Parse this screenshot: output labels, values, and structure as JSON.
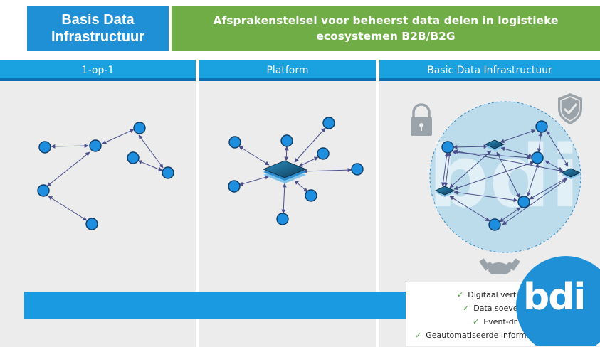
{
  "header": {
    "left_title_line1": "Basis Data",
    "left_title_line2": "Infrastructuur",
    "right_title_line1": "Afsprakenstelsel voor beheerst data delen in logistieke",
    "right_title_line2": "ecosystemen B2B/B2G"
  },
  "columns": [
    {
      "label": "1-op-1"
    },
    {
      "label": "Platform"
    },
    {
      "label": "Basic Data Infrastructuur"
    }
  ],
  "checklist": [
    {
      "text": "Digitaal vert"
    },
    {
      "text": "Data soeve"
    },
    {
      "text": "Event-dr"
    },
    {
      "text": "Geautomatiseerde inform"
    }
  ],
  "logo": {
    "text": "bdi"
  },
  "colors": {
    "header_left": "#1f8fd6",
    "header_right": "#70ad47",
    "column_header": "#1aa1e0",
    "node": "#1e8ede",
    "arrow_band": "#1a9ae0"
  },
  "icons": [
    "lock-icon",
    "shield-check-icon",
    "handshake-icon",
    "bdi-logo"
  ]
}
